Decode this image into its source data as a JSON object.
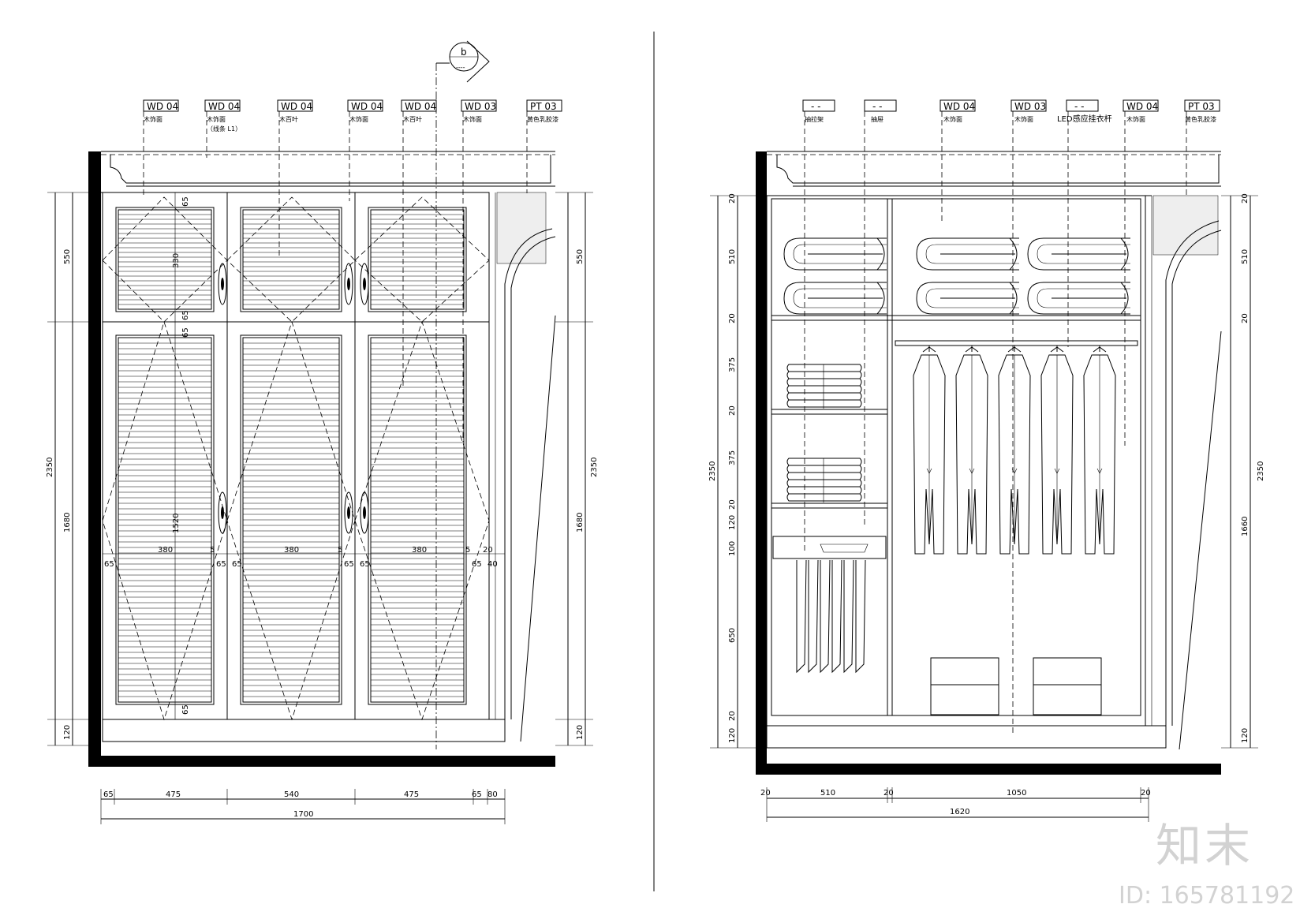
{
  "watermark": {
    "logo": "知末",
    "id": "ID: 165781192"
  },
  "section_marker": {
    "label": "b",
    "sub": "----"
  },
  "left": {
    "tags": [
      {
        "code": "WD 04",
        "note": "木饰面",
        "note2": ""
      },
      {
        "code": "WD 04",
        "note": "木饰面",
        "note2": "（线条 L1）"
      },
      {
        "code": "WD 04",
        "note": "木百叶",
        "note2": ""
      },
      {
        "code": "WD 04",
        "note": "木饰面",
        "note2": ""
      },
      {
        "code": "WD 04",
        "note": "木百叶",
        "note2": ""
      },
      {
        "code": "WD 03",
        "note": "木饰面",
        "note2": ""
      },
      {
        "code": "PT 03",
        "note": "黄色乳胶漆",
        "note2": ""
      }
    ],
    "dims_left_outer": [
      "2350"
    ],
    "dims_left_inner": [
      "550",
      "1680",
      "120"
    ],
    "dims_right_inner": [
      "550",
      "1680",
      "120"
    ],
    "dims_right_outer": [
      "2350"
    ],
    "dims_vertical_inside": [
      "65",
      "330",
      "65",
      "65",
      "1520",
      "65"
    ],
    "dims_horizontal_inside": [
      "380",
      "380",
      "380"
    ],
    "dims_stile": [
      "65",
      "65",
      "65",
      "65",
      "65",
      "65",
      "20",
      "40",
      "5",
      "5",
      "5"
    ],
    "dims_bottom": [
      "65",
      "475",
      "540",
      "475",
      "65",
      "80"
    ],
    "dims_total": "1700"
  },
  "right": {
    "tags": [
      {
        "code": "- -",
        "note": "抽拉架"
      },
      {
        "code": "- -",
        "note": "抽屉"
      },
      {
        "code": "WD 04",
        "note": "木饰面"
      },
      {
        "code": "WD 03",
        "note": "木饰面"
      },
      {
        "code": "- -",
        "note": "LED感应挂衣杆"
      },
      {
        "code": "WD 04",
        "note": "木饰面"
      },
      {
        "code": "PT 03",
        "note": "黄色乳胶漆"
      }
    ],
    "dims_left_outer": [
      "2350"
    ],
    "dims_left_inner": [
      "20",
      "510",
      "20",
      "375",
      "20",
      "375",
      "20",
      "120",
      "100",
      "650",
      "20",
      "120"
    ],
    "dims_right_inner": [
      "20",
      "510",
      "20",
      "1660",
      "120"
    ],
    "dims_right_outer": [
      "2350"
    ],
    "dims_bottom": [
      "20",
      "510",
      "20",
      "1050",
      "20"
    ],
    "dims_total": "1620"
  }
}
